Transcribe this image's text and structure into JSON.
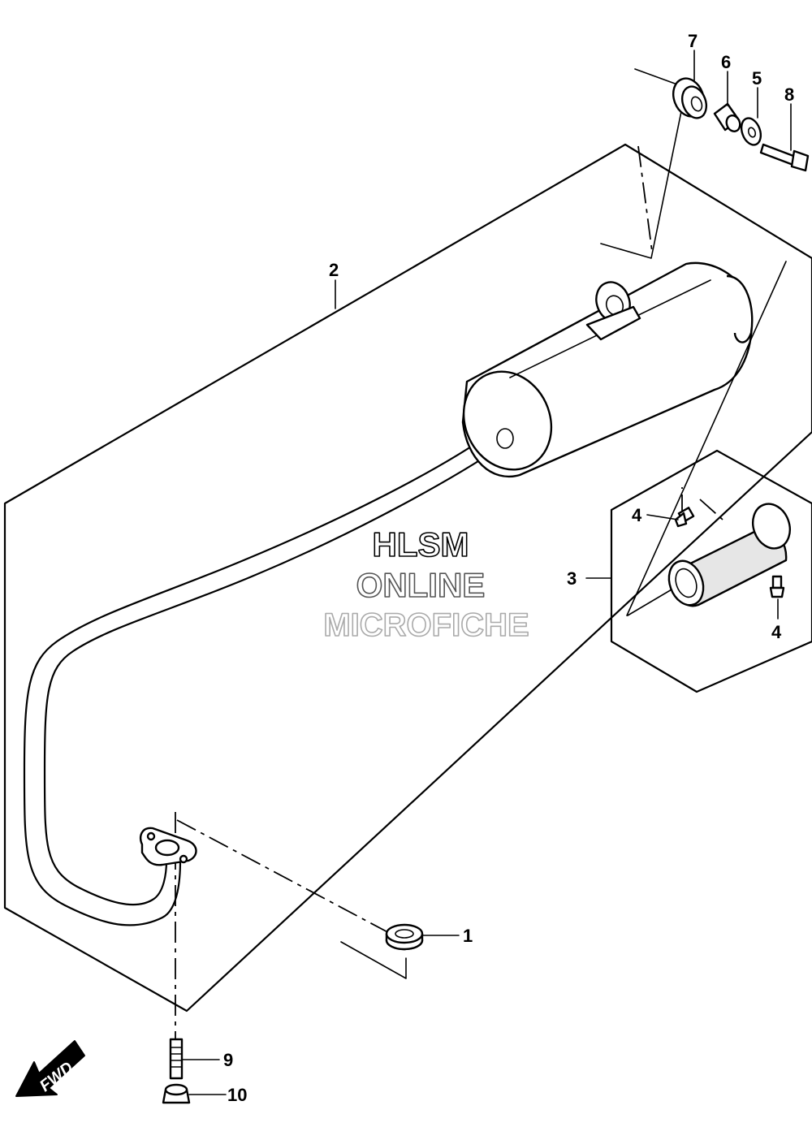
{
  "callouts": {
    "c1": "1",
    "c2": "2",
    "c3": "3",
    "c4a": "4",
    "c4b": "4",
    "c5": "5",
    "c6": "6",
    "c7": "7",
    "c8": "8",
    "c9": "9",
    "c10": "10"
  },
  "watermark": {
    "line1": "HLSM",
    "line2": "ONLINE",
    "line3": "MICROFICHE"
  },
  "direction_badge": {
    "label": "FWD",
    "icon": "fwd-arrow-icon"
  },
  "colors": {
    "ink": "#000000",
    "paper": "#ffffff"
  }
}
